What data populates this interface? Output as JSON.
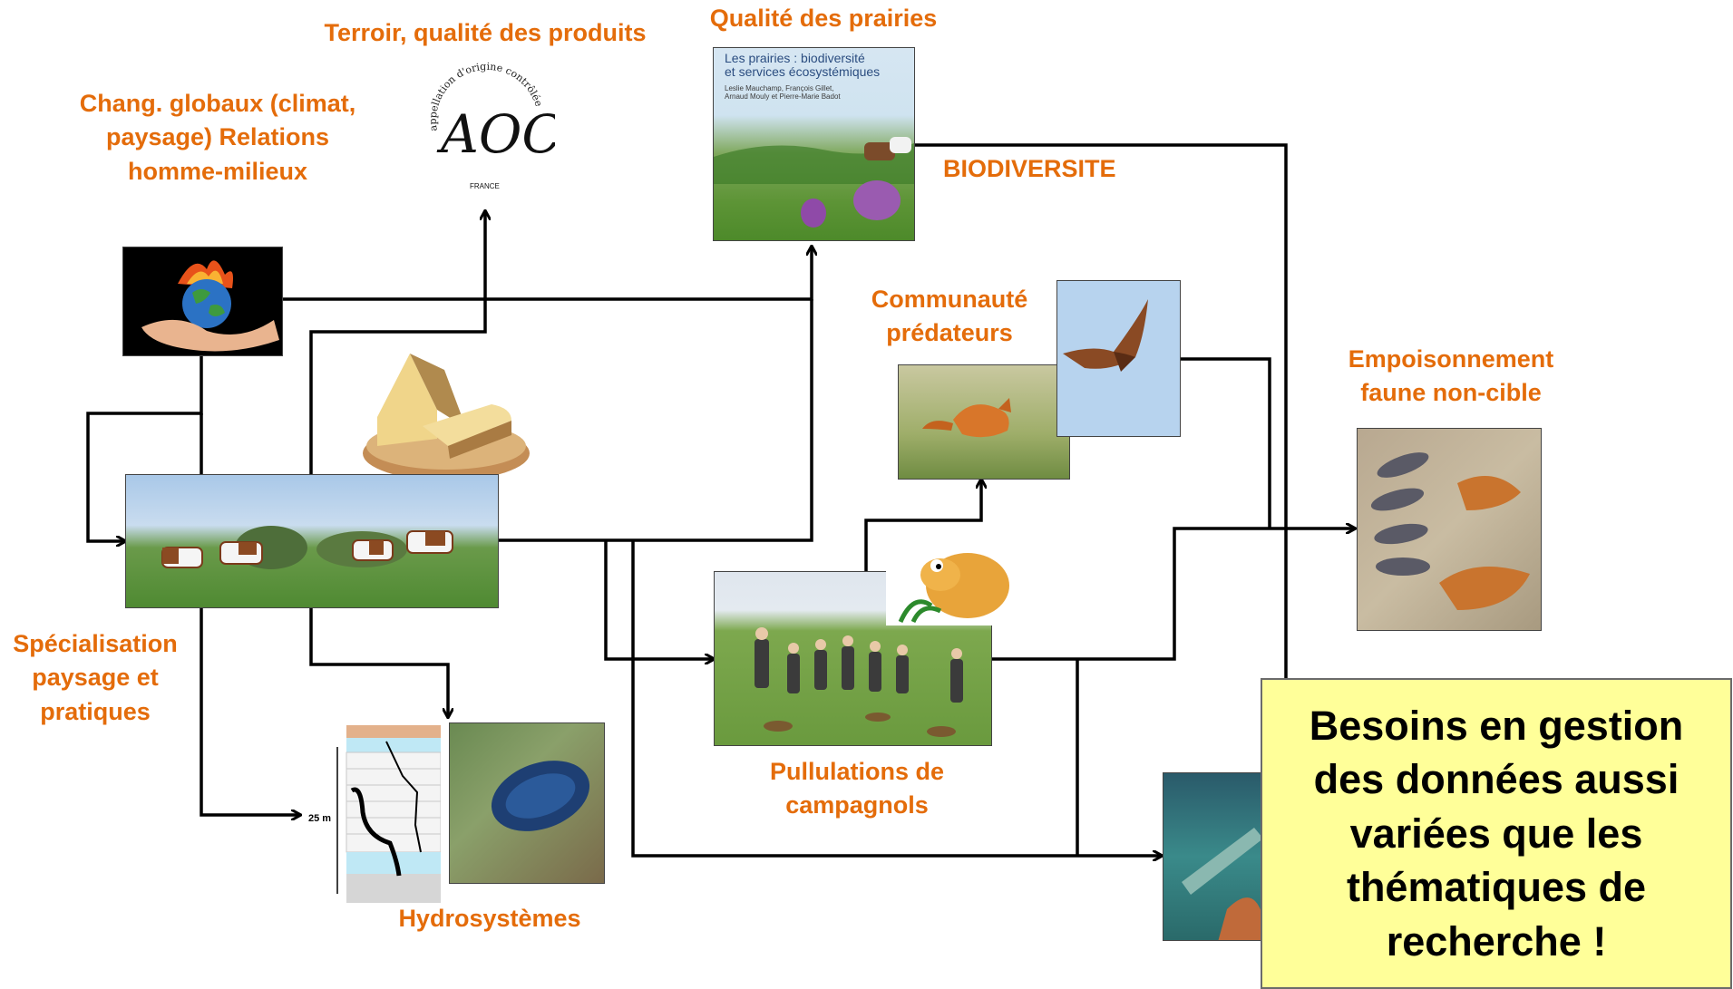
{
  "labels": {
    "terroir": "Terroir, qualité des produits",
    "qualite_prairies": "Qualité des prairies",
    "chang_globaux": "Chang. globaux (climat,\npaysage) Relations\nhomme-milieux",
    "biodiversite": "BIODIVERSITE",
    "communaute": "Communauté\nprédateurs",
    "empoisonnement": "Empoisonnement\nfaune non-cible",
    "specialisation": "Spécialisation\npaysage et\npratiques",
    "pullulations": "Pullulations de\ncampagnols",
    "hydrosystemes": "Hydrosystèmes"
  },
  "callout": {
    "text": "Besoins en gestion\ndes données aussi\nvariées que les\nthématiques de\nrecherche !"
  },
  "book_cover": {
    "title": "Les prairies : biodiversité\net services écosystémiques",
    "authors": "Leslie Mauchamp, François Gillet,\nArnaud Mouly et Pierre-Marie Badot"
  },
  "aoc_seal": {
    "letters": "AOC",
    "ring_text": "appellation d'origine contrôlée",
    "country": "FRANCE"
  },
  "hydro_scale": "25 m",
  "colors": {
    "label": "#e46c0a",
    "line": "#000000",
    "callout_bg": "#ffff99"
  }
}
